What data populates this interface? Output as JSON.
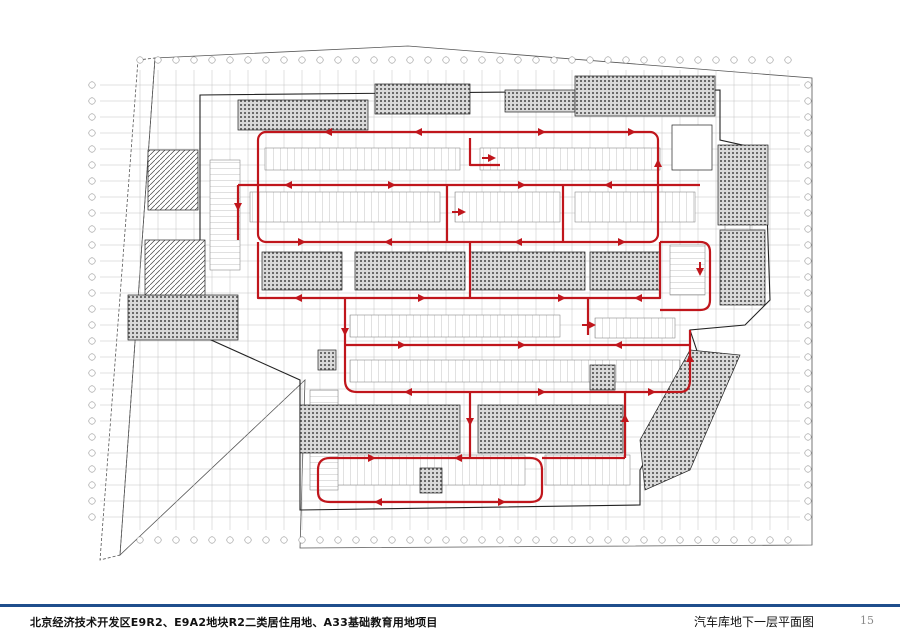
{
  "footer": {
    "project_title": "北京经济技术开发区E9R2、E9A2地块R2二类居住用地、A33基础教育用地项目",
    "drawing_title": "汽车库地下一层平面图",
    "page_number": "15"
  },
  "colors": {
    "route": "#c0161c",
    "footer_rule": "#1f4e8c",
    "linework": "#3a3a3a"
  },
  "legend_items": []
}
